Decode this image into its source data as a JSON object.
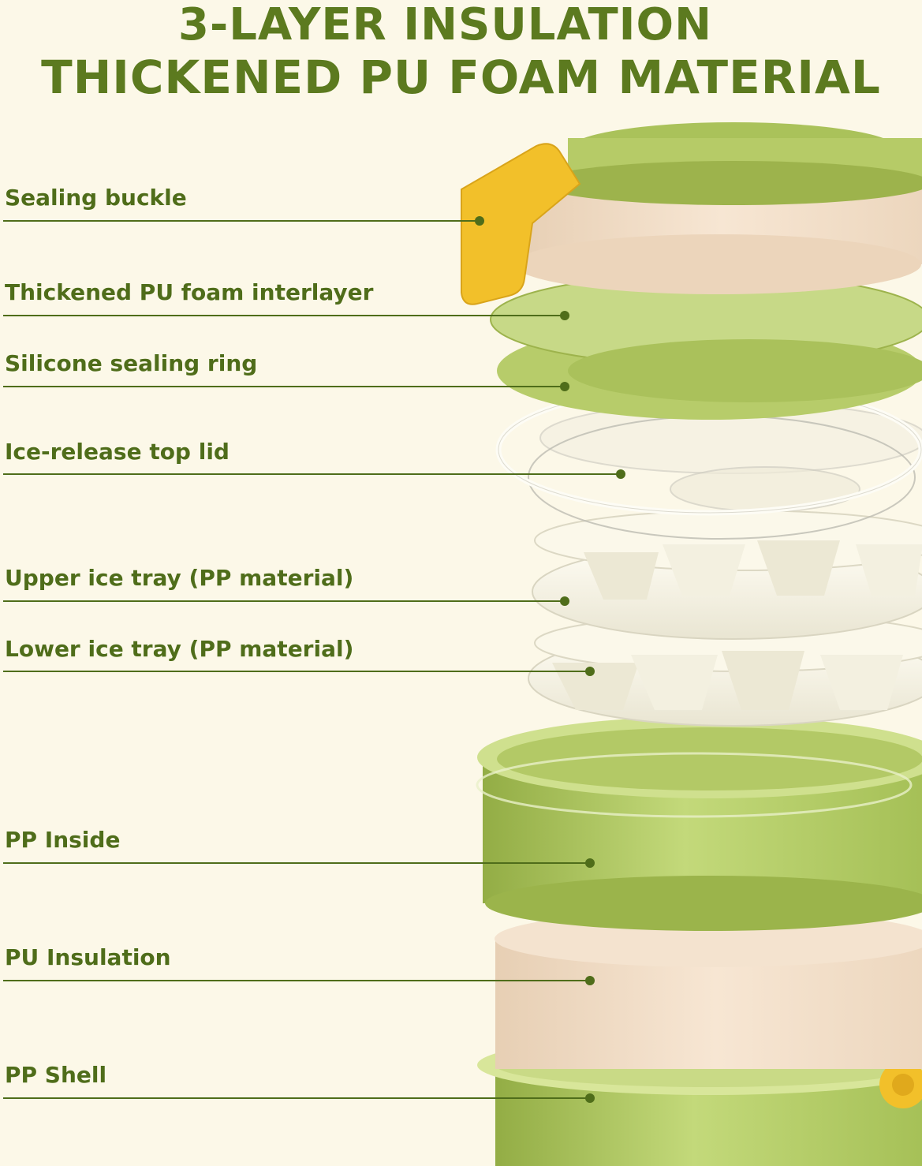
{
  "title": {
    "line1": "3-LAYER INSULATION",
    "line2": "THICKENED PU FOAM MATERIAL"
  },
  "labels": [
    {
      "text": "Sealing buckle"
    },
    {
      "text": "Thickened PU foam interlayer"
    },
    {
      "text": "Silicone sealing ring"
    },
    {
      "text": "Ice-release top lid"
    },
    {
      "text": "Upper ice tray (PP material)"
    },
    {
      "text": "Lower ice tray (PP material)"
    },
    {
      "text": "PP Inside"
    },
    {
      "text": "PU Insulation"
    },
    {
      "text": "PP Shell"
    }
  ],
  "colors": {
    "background": "#fcf8e8",
    "title": "#5c7a1f",
    "label": "#4f6d1a",
    "leader_line": "#4f6d1a",
    "body_green": "#a9c25a",
    "foam_beige": "#f1dcc4",
    "buckle_yellow": "#f2c02a"
  }
}
